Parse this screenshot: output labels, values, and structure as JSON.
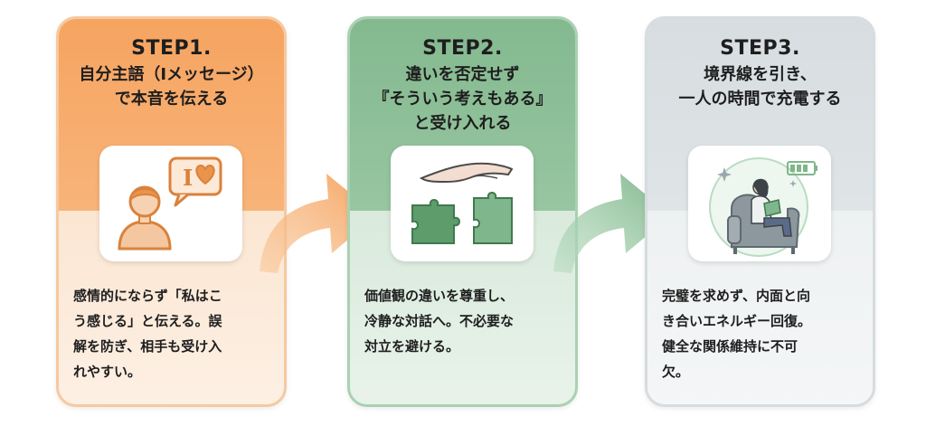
{
  "steps": [
    {
      "step_label": "STEP1.",
      "title_lines": [
        "自分主語（Iメッセージ）",
        "で本音を伝える"
      ],
      "desc_lines": [
        "感情的にならず「私はこ",
        "う感じる」と伝える。誤",
        "解を防ぎ、相手も受け入",
        "れやすい。"
      ],
      "icon": "person-speech-heart-icon",
      "icon_text": "I",
      "color": "#f6a460"
    },
    {
      "step_label": "STEP2.",
      "title_lines": [
        "違いを否定せず",
        "『そういう考えもある』",
        "と受け入れる"
      ],
      "desc_lines": [
        "価値観の違いを尊重し、",
        "冷静な対話へ。不必要な",
        "対立を避ける。"
      ],
      "icon": "hand-puzzle-icon",
      "color": "#84b98f"
    },
    {
      "step_label": "STEP3.",
      "title_lines": [
        "境界線を引き、",
        "一人の時間で充電する"
      ],
      "desc_lines": [
        "完璧を求めず、内面と向",
        "き合いエネルギー回復。",
        "健全な関係維持に不可",
        "欠。"
      ],
      "icon": "reading-woman-battery-icon",
      "color": "#d7dde0"
    }
  ],
  "arrows": [
    {
      "icon": "arrow-right-icon",
      "color": "#f5a35f"
    },
    {
      "icon": "arrow-right-icon",
      "color": "#7fb68b"
    }
  ]
}
